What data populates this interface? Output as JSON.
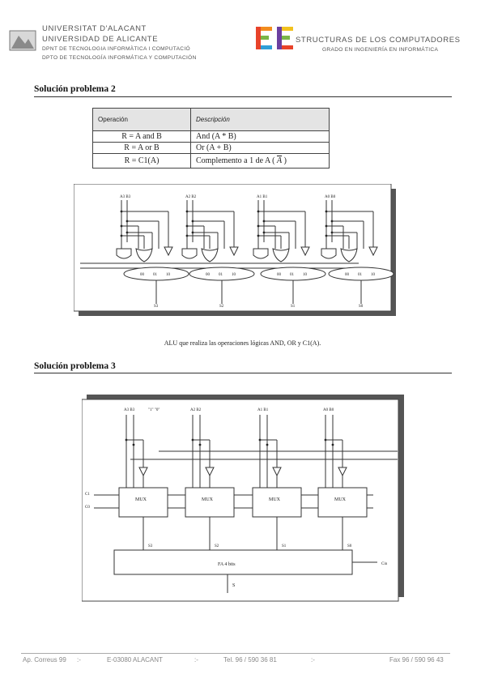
{
  "header": {
    "left_lines": [
      "UNIVERSITAT D'ALACANT",
      "UNIVERSIDAD DE ALICANTE",
      "DPNT DE TECNOLOGIA INFORMÀTICA I COMPUTACIÓ",
      "DPTO DE TECNOLOGÍA INFORMÁTICA Y COMPUTACIÓN"
    ],
    "right_title": "STRUCTURAS DE LOS COMPUTADORES",
    "right_subtitle": "GRADO EN INGENIERÍA EN INFORMÁTICA"
  },
  "section2": {
    "title": "Solución problema 2",
    "table": {
      "headers": [
        "Operación",
        "Descripción"
      ],
      "rows": [
        [
          "R = A and B",
          "And (A * B)"
        ],
        [
          "R = A or B",
          "Or (A + B)"
        ],
        [
          "R = C1(A)",
          "Complemento a 1 de A ( A )"
        ]
      ],
      "overbar_symbol": "A"
    },
    "diagram_labels": {
      "inputs": [
        "A3 B3",
        "A2 B2",
        "A1 B1",
        "A0 B0"
      ],
      "mux_inputs": [
        "00",
        "01",
        "10"
      ],
      "outputs": [
        "S3",
        "S2",
        "S1",
        "S0"
      ]
    },
    "caption": "ALU que realiza las operaciones lógicas AND, OR y C1(A)."
  },
  "section3": {
    "title": "Solución problema 3",
    "diagram_labels": {
      "inputs": [
        "A3 B3",
        "A2 B2",
        "A1 B1",
        "A0 B0"
      ],
      "constants": "\"1\" \"0\"",
      "controls": [
        "C1",
        "C0"
      ],
      "mux": "MUX",
      "mux_outputs": [
        "S3",
        "S2",
        "S1",
        "S0"
      ],
      "adder": "FA 4 bits",
      "carry_in": "Cin",
      "sum": "S"
    }
  },
  "footer": {
    "items": [
      "Ap. Correus 99",
      ":-",
      "E-03080 ALACANT",
      ":-",
      "Tel. 96 / 590 36 81",
      ":-",
      "Fax 96 / 590 96 43"
    ]
  }
}
